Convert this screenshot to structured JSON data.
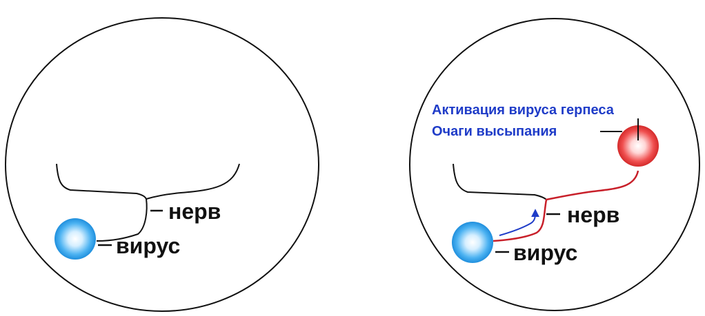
{
  "left_panel": {
    "nerve_label": "нерв",
    "virus_label": "вирус"
  },
  "right_panel": {
    "nerve_label": "нерв",
    "virus_label": "вирус",
    "activation_label": "Активация вируса герпеса",
    "rash_label": "Очаги высыпания"
  },
  "colors": {
    "outline": "#111111",
    "virus_blue": "#3aa6ee",
    "rash_red": "#e53935",
    "active_path": "#c8202a",
    "arrow_blue": "#1f3cc8",
    "label_blue": "#1f3cc8"
  }
}
